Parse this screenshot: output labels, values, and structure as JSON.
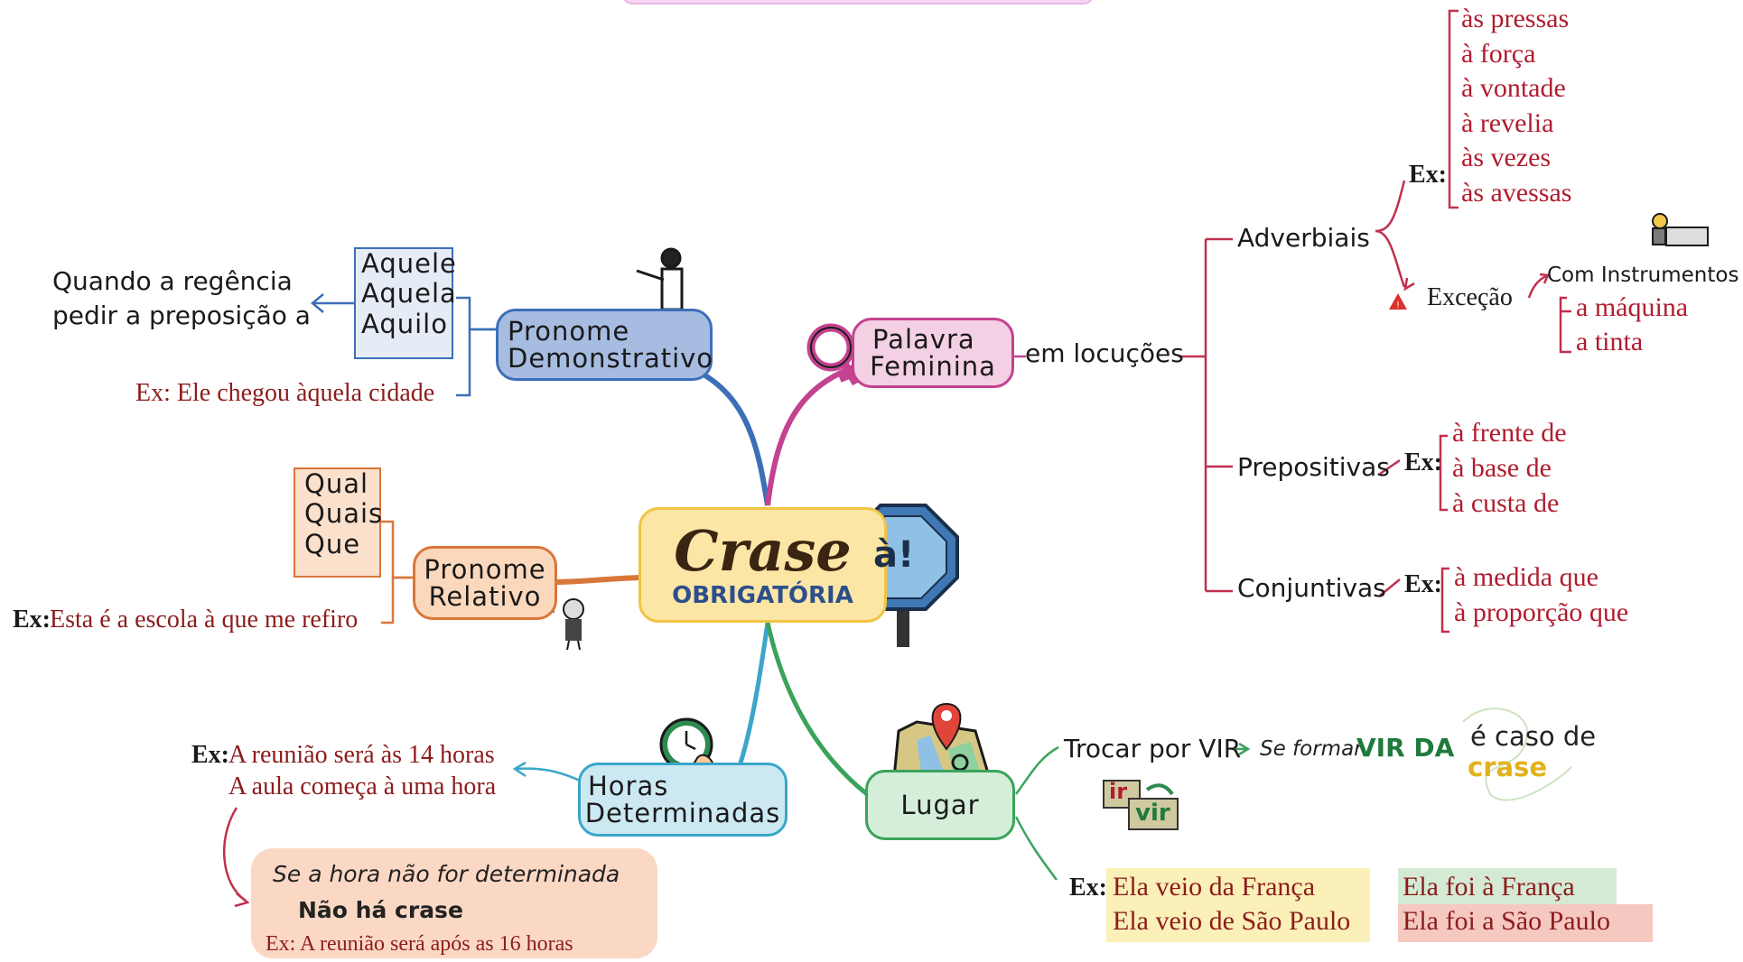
{
  "center": {
    "line1": "Crase",
    "line2": "OBRIGATÓRIA",
    "sign": "à!"
  },
  "branches": {
    "demonstrativo": {
      "title_l1": "Pronome",
      "title_l2": "Demonstrativo",
      "words": [
        "Aquele",
        "Aquela",
        "Aquilo"
      ],
      "note_l1": "Quando a regência",
      "note_l2": "pedir a preposição a",
      "ex": "Ex: Ele chegou àquela cidade"
    },
    "relativo": {
      "title_l1": "Pronome",
      "title_l2": "Relativo",
      "words": [
        "Qual",
        "Quais",
        "Que"
      ],
      "ex_label": "Ex:",
      "ex": "Esta é a escola à que me refiro"
    },
    "horas": {
      "title_l1": "Horas",
      "title_l2": "Determinadas",
      "ex_label": "Ex:",
      "ex1": "A reunião será às 14 horas",
      "ex2": "A aula começa à uma hora",
      "note1": "Se a hora não for determinada",
      "note2": "Não há crase",
      "note3": "Ex: A reunião será após as 16 horas"
    },
    "feminina": {
      "title_l1": "Palavra",
      "title_l2": "Feminina",
      "locucoes": "em locuções",
      "adverbiais": {
        "label": "Adverbiais",
        "ex": "Ex:",
        "items": [
          "às pressas",
          "à força",
          "à vontade",
          "à revelia",
          "às vezes",
          "às avessas"
        ],
        "excecao": "Exceção",
        "instr": "Com Instrumentos",
        "instr_items": [
          "a máquina",
          "a tinta"
        ]
      },
      "prepositivas": {
        "label": "Prepositivas",
        "ex": "Ex:",
        "items": [
          "à frente de",
          "à base de",
          "à custa de"
        ]
      },
      "conjuntivas": {
        "label": "Conjuntivas",
        "ex": "Ex:",
        "items": [
          "à medida que",
          "à proporção que"
        ]
      }
    },
    "lugar": {
      "title": "Lugar",
      "trocar": "Trocar por VIR",
      "se_formar": "Se formar",
      "vir_da": "VIR DA",
      "caso1": "é caso de",
      "caso2": "crase",
      "ir": "ir",
      "vir": "vir",
      "ex_label": "Ex:",
      "ex_left": [
        "Ela veio da França",
        "Ela veio de São Paulo"
      ],
      "ex_right": [
        "Ela foi à França",
        "Ela foi a São Paulo"
      ]
    }
  },
  "colors": {
    "demonstrativo": "#3c6fb8",
    "relativo": "#d9773a",
    "horas": "#3aa6c9",
    "feminina": "#c4428f",
    "lugar": "#3aa35a",
    "center_fill": "#fbe6a6",
    "center_border": "#f0c443",
    "red_text": "#b11c2e",
    "adv_lines": "#c0304e"
  }
}
